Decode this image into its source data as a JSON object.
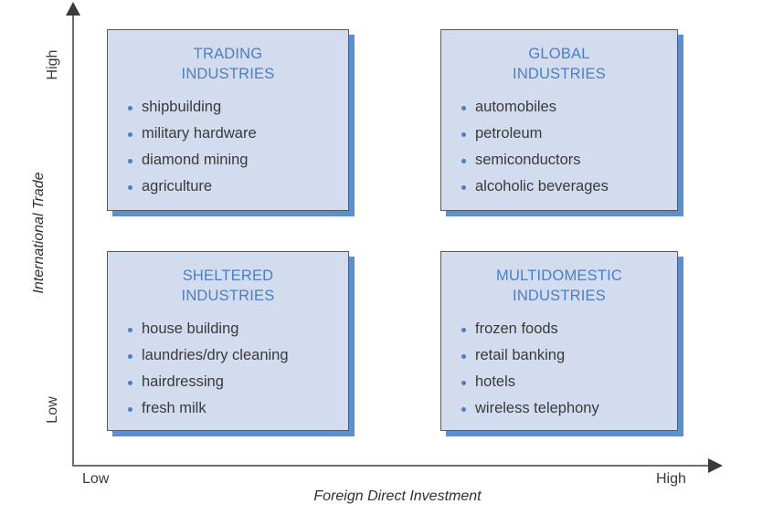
{
  "chart_data": {
    "type": "scatter",
    "title": "",
    "xlabel": "Foreign Direct Investment",
    "ylabel": "International Trade",
    "x_ticks": [
      "Low",
      "High"
    ],
    "y_ticks": [
      "Low",
      "High"
    ],
    "grid": false,
    "legend": "none",
    "quadrants": [
      {
        "position": "top-left",
        "x_level": "Low",
        "y_level": "High",
        "title_line1": "TRADING",
        "title_line2": "INDUSTRIES",
        "items": [
          "shipbuilding",
          "military hardware",
          "diamond mining",
          "agriculture"
        ]
      },
      {
        "position": "top-right",
        "x_level": "High",
        "y_level": "High",
        "title_line1": "GLOBAL",
        "title_line2": "INDUSTRIES",
        "items": [
          "automobiles",
          "petroleum",
          "semiconductors",
          "alcoholic beverages"
        ]
      },
      {
        "position": "bottom-left",
        "x_level": "Low",
        "y_level": "Low",
        "title_line1": "SHELTERED",
        "title_line2": "INDUSTRIES",
        "items": [
          "house building",
          "laundries/dry cleaning",
          "hairdressing",
          "fresh milk"
        ]
      },
      {
        "position": "bottom-right",
        "x_level": "High",
        "y_level": "Low",
        "title_line1": "MULTIDOMESTIC",
        "title_line2": "INDUSTRIES",
        "items": [
          "frozen foods",
          "retail banking",
          "hotels",
          "wireless telephony"
        ]
      }
    ]
  },
  "axes": {
    "y_title": "International Trade",
    "x_title": "Foreign Direct Investment",
    "y_high": "High",
    "y_low": "Low",
    "x_low": "Low",
    "x_high": "High"
  },
  "colors": {
    "box_fill": "#d3dcef",
    "box_border": "#5a5a5a",
    "box_shadow": "#5b8fd0",
    "title_text": "#4a7fc1",
    "bullet": "#4a7fc1",
    "body_text": "#3a3a3a",
    "axis": "#6e6e6e"
  }
}
